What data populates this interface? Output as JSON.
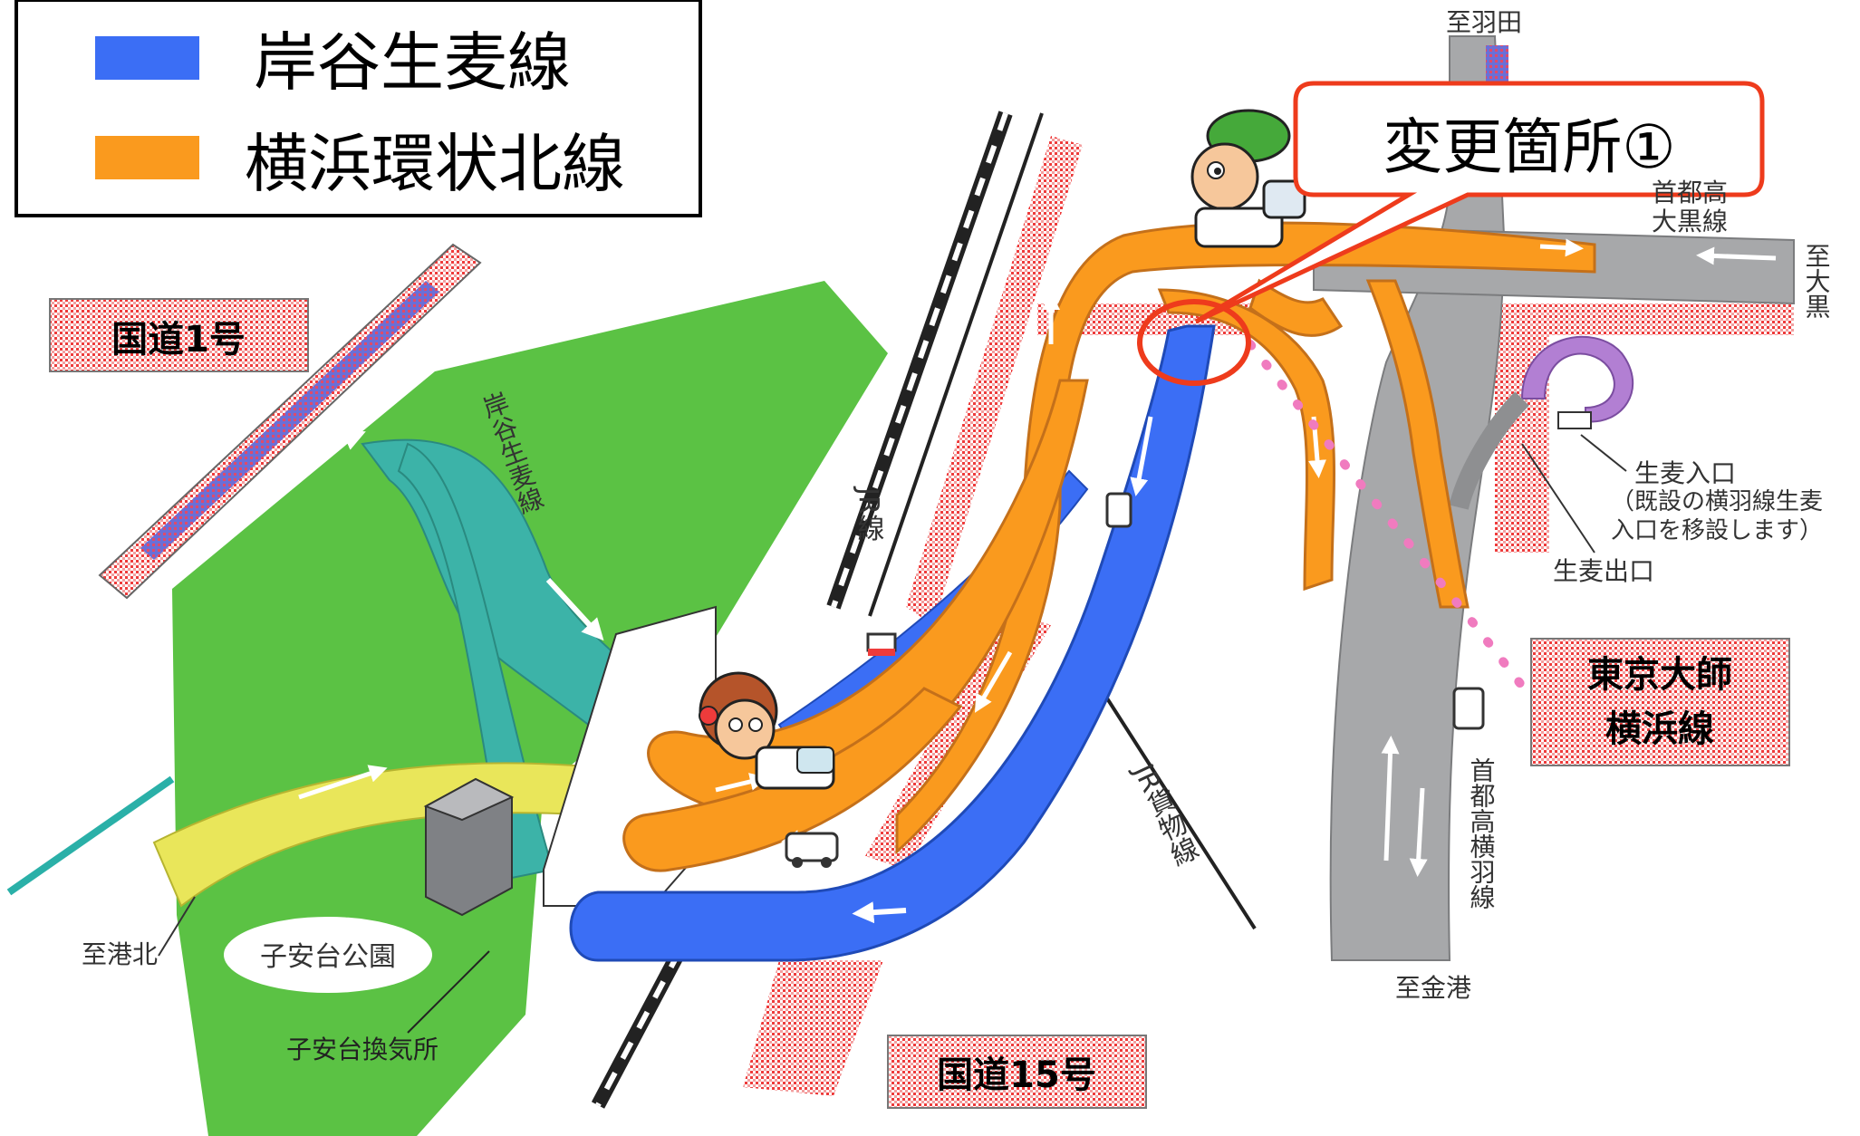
{
  "legend": {
    "items": [
      {
        "label": "岸谷生麦線",
        "color": "#3b6ef5"
      },
      {
        "label": "横浜環状北線",
        "color": "#fa9a1e"
      }
    ]
  },
  "callout": {
    "label": "変更箇所①",
    "border_color": "#ee3b1c"
  },
  "roads": {
    "route1": "国道1号",
    "route15": "国道15号",
    "tokyo_daishi": [
      "東京大師",
      "横浜線"
    ],
    "kishiya_vertical": "岸谷生麦線",
    "shuto_vertical": "首都高横羽線",
    "jr_line": "JR線",
    "jr_freight": "JR貨物線",
    "daikoku_line": [
      "首都高",
      "大黒線"
    ]
  },
  "destinations": {
    "haneda": "至羽田",
    "daikoku": "至大黒",
    "kanazawa": "至金港",
    "kohoku": "至港北"
  },
  "labels": {
    "namamugi_entrance": "生麦入口",
    "namamugi_entrance_note": [
      "（既設の横羽線生麦",
      "入口を移設します）"
    ],
    "namamugi_exit": "生麦出口",
    "park": "子安台公園",
    "ventilation": "子安台換気所"
  },
  "colors": {
    "park_green": "#5bc244",
    "teal_road": "#3cb3a8",
    "yellow_road": "#e9e65a",
    "grey_road": "#a7a8aa",
    "red_hatch": "#ee3b3b",
    "purple_ramp": "#b27fd3",
    "pink_dots": "#f07bbf"
  },
  "icons": [
    "mascot-boy-icon",
    "mascot-girl-icon",
    "car-icon",
    "toll-booth-icon"
  ]
}
